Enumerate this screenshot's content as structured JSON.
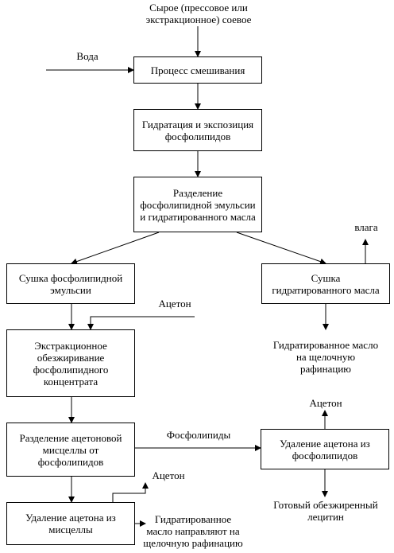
{
  "nodes": {
    "raw": "Сырое (прессовое или\nэкстракционное) соевое",
    "water": "Вода",
    "mixing": "Процесс смешивания",
    "hydration": "Гидратация и экспозиция\nфосфолипидов",
    "separation": "Разделение\nфосфолипидной эмульсии\nи гидратированного масла",
    "moisture": "влага",
    "dry_emulsion": "Сушка фосфолипидной\nэмульсии",
    "dry_oil": "Сушка\nгидратированного масла",
    "acetone_in": "Ацетон",
    "hydr_oil_out": "Гидратированное масло\nна щелочную\nрафинацию",
    "extraction": "Экстракционное\nобезжиривание\nфосфолипидного\nконцентрата",
    "acetone_out1": "Ацетон",
    "separation_acetone": "Разделение ацетоновой\nмисцеллы от\nфосфолипидов",
    "phospholipids": "Фосфолипиды",
    "remove_acetone_phos": "Удаление ацетона из\nфосфолипидов",
    "acetone_out2": "Ацетон",
    "remove_acetone_misc": "Удаление ацетона из\nмисцеллы",
    "hydr_oil_out2": "Гидратированное\nмасло направляют на\nщелочную рафинацию",
    "lecithin": "Готовый обезжиренный\nлецитин"
  }
}
